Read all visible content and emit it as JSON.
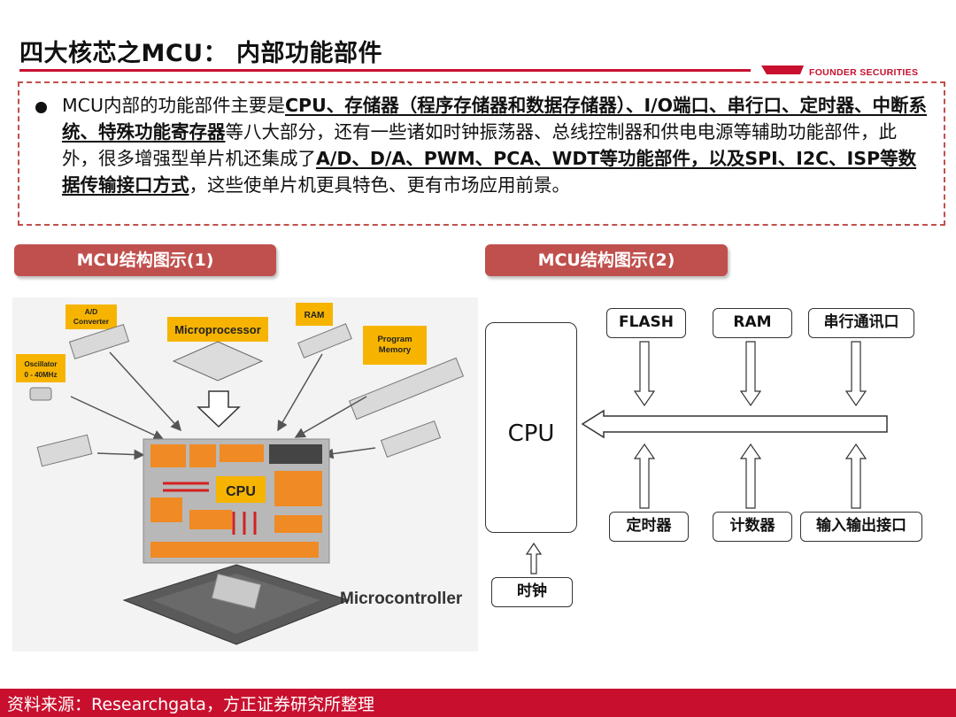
{
  "header": {
    "title": "四大核芯之MCU： 内部功能部件",
    "brand": "FOUNDER SECURITIES"
  },
  "intro": {
    "t1": "MCU内部的功能部件主要是",
    "b1": "CPU、存储器（程序存储器和数据存储器）、I/O端口、串行口、定时器、中断系统、特殊功能寄存器",
    "t2": "等八大部分，还有一些诸如时钟振荡器、总线控制器和供电电源等辅助功能部件，此外，很多增强型单片机还集成了",
    "b2": "A/D、D/A、PWM、PCA、WDT等功能部件，以及SPI、I2C、ISP等数据传输接口方式",
    "t3": "，这些使单片机更具特色、更有市场应用前景。"
  },
  "sections": {
    "left_label": "MCU结构图示(1)",
    "right_label": "MCU结构图示(2)"
  },
  "figure1": {
    "labels": {
      "ad_converter": "A/D Converter",
      "microprocessor": "Microprocessor",
      "ram": "RAM",
      "program_memory": "Program Memory",
      "oscillator": "Oscillator 0 - 40MHz",
      "microcontroller": "Microcontroller",
      "cpu": "CPU"
    }
  },
  "figure2": {
    "cpu": "CPU",
    "flash": "FLASH",
    "ram": "RAM",
    "serial": "串行通讯口",
    "timer": "定时器",
    "counter": "计数器",
    "io": "输入输出接口",
    "clock": "时钟"
  },
  "footer": {
    "source": "资料来源：Researchgata，方正证券研究所整理"
  }
}
